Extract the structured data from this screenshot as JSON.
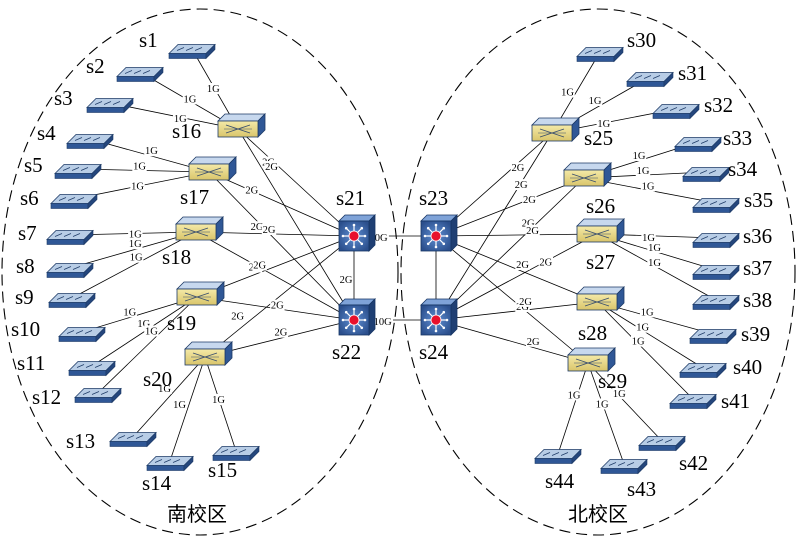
{
  "campuses": {
    "south": "南校区",
    "north": "北校区"
  },
  "nodes": {
    "s1": "s1",
    "s2": "s2",
    "s3": "s3",
    "s4": "s4",
    "s5": "s5",
    "s6": "s6",
    "s7": "s7",
    "s8": "s8",
    "s9": "s9",
    "s10": "s10",
    "s11": "s11",
    "s12": "s12",
    "s13": "s13",
    "s14": "s14",
    "s15": "s15",
    "s16": "s16",
    "s17": "s17",
    "s18": "s18",
    "s19": "s19",
    "s20": "s20",
    "s21": "s21",
    "s22": "s22",
    "s23": "s23",
    "s24": "s24",
    "s25": "s25",
    "s26": "s26",
    "s27": "s27",
    "s28": "s28",
    "s29": "s29",
    "s30": "s30",
    "s31": "s31",
    "s32": "s32",
    "s33": "s33",
    "s34": "s34",
    "s35": "s35",
    "s36": "s36",
    "s37": "s37",
    "s38": "s38",
    "s39": "s39",
    "s40": "s40",
    "s41": "s41",
    "s42": "s42",
    "s43": "s43",
    "s44": "s44"
  },
  "links": {
    "access": "1G",
    "aggregation": "2G",
    "core": "10G"
  },
  "colors": {
    "switch_top": "#b8cde6",
    "switch_front": "#2f5796",
    "aggregation_face": "#e8d889",
    "core_face": "#3a68b0",
    "core_hub": "#e8102c"
  }
}
